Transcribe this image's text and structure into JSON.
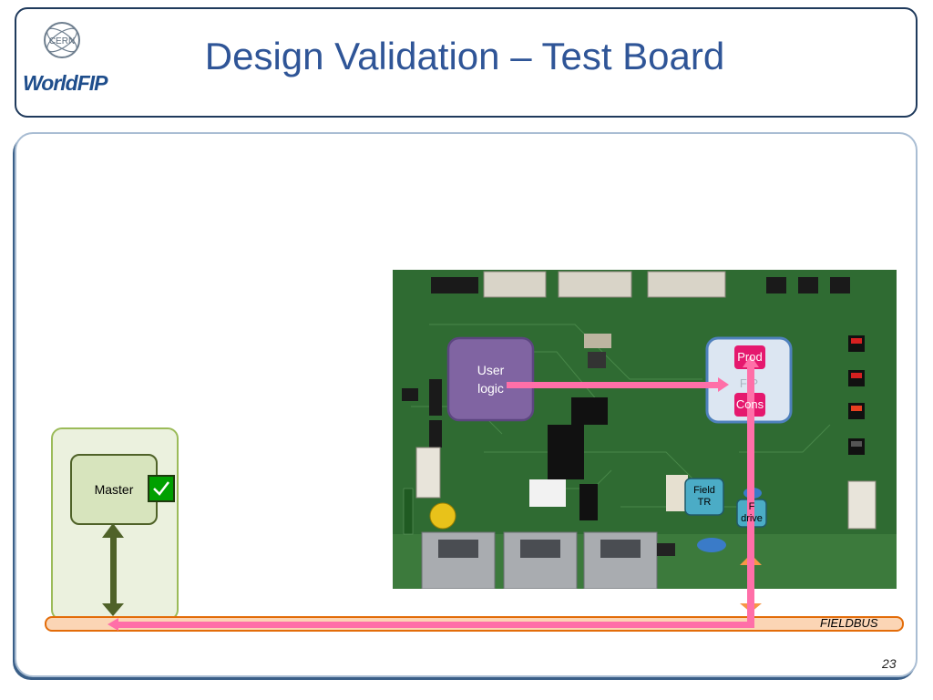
{
  "header": {
    "title": "Design Validation – Test Board",
    "logo_cern_text": "CERN",
    "logo_worldfip_text": "WorldFIP"
  },
  "diagram": {
    "master_label": "Master",
    "user_logic_line1": "User",
    "user_logic_line2": "logic",
    "prod_label": "Prod",
    "cons_label": "Cons",
    "field_tr_line1": "Field",
    "field_tr_line2": "TR",
    "fd_line1": "F",
    "fd_line2": "drive",
    "fieldbus_label": "FIELDBUS"
  },
  "footer": {
    "page_number": "23"
  },
  "colors": {
    "title_blue": "#2f5597",
    "frame_navy": "#1f3a5c",
    "green_panel": "#ebf1de",
    "green_border": "#9bbb59",
    "pink_arrow": "#ff6fa8",
    "fieldbus_orange": "#fbd5b5",
    "board_green": "#2f6b32"
  }
}
